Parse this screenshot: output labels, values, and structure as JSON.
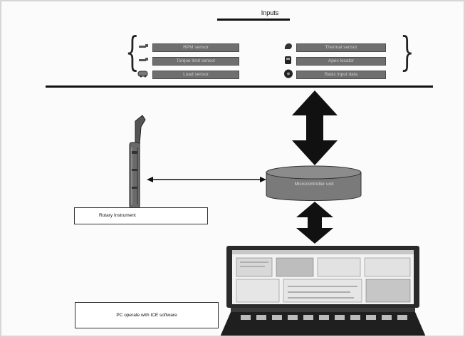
{
  "header": {
    "title": "Inputs"
  },
  "inputs": {
    "left": [
      {
        "label": "RPM sensor",
        "icon": "dental-drill-icon"
      },
      {
        "label": "Torque limit sensor",
        "icon": "dental-drill-icon"
      },
      {
        "label": "Load sensor",
        "icon": "motor-icon"
      }
    ],
    "right": [
      {
        "label": "Thermal sensor",
        "icon": "thermal-icon"
      },
      {
        "label": "Apex locator",
        "icon": "apex-locator-icon"
      },
      {
        "label": "Basic input data",
        "icon": "data-disc-icon"
      }
    ]
  },
  "diagram": {
    "controller_label": "Microcontroller unit",
    "instrument_label": "Rotary Instrument",
    "pc_label": "PC operate with ICE software"
  },
  "colors": {
    "sensor_fill": "#6f6f6f",
    "controller_fill": "#7a7a7a",
    "arrow": "#111111",
    "screen_bg": "#f2f2f2"
  }
}
